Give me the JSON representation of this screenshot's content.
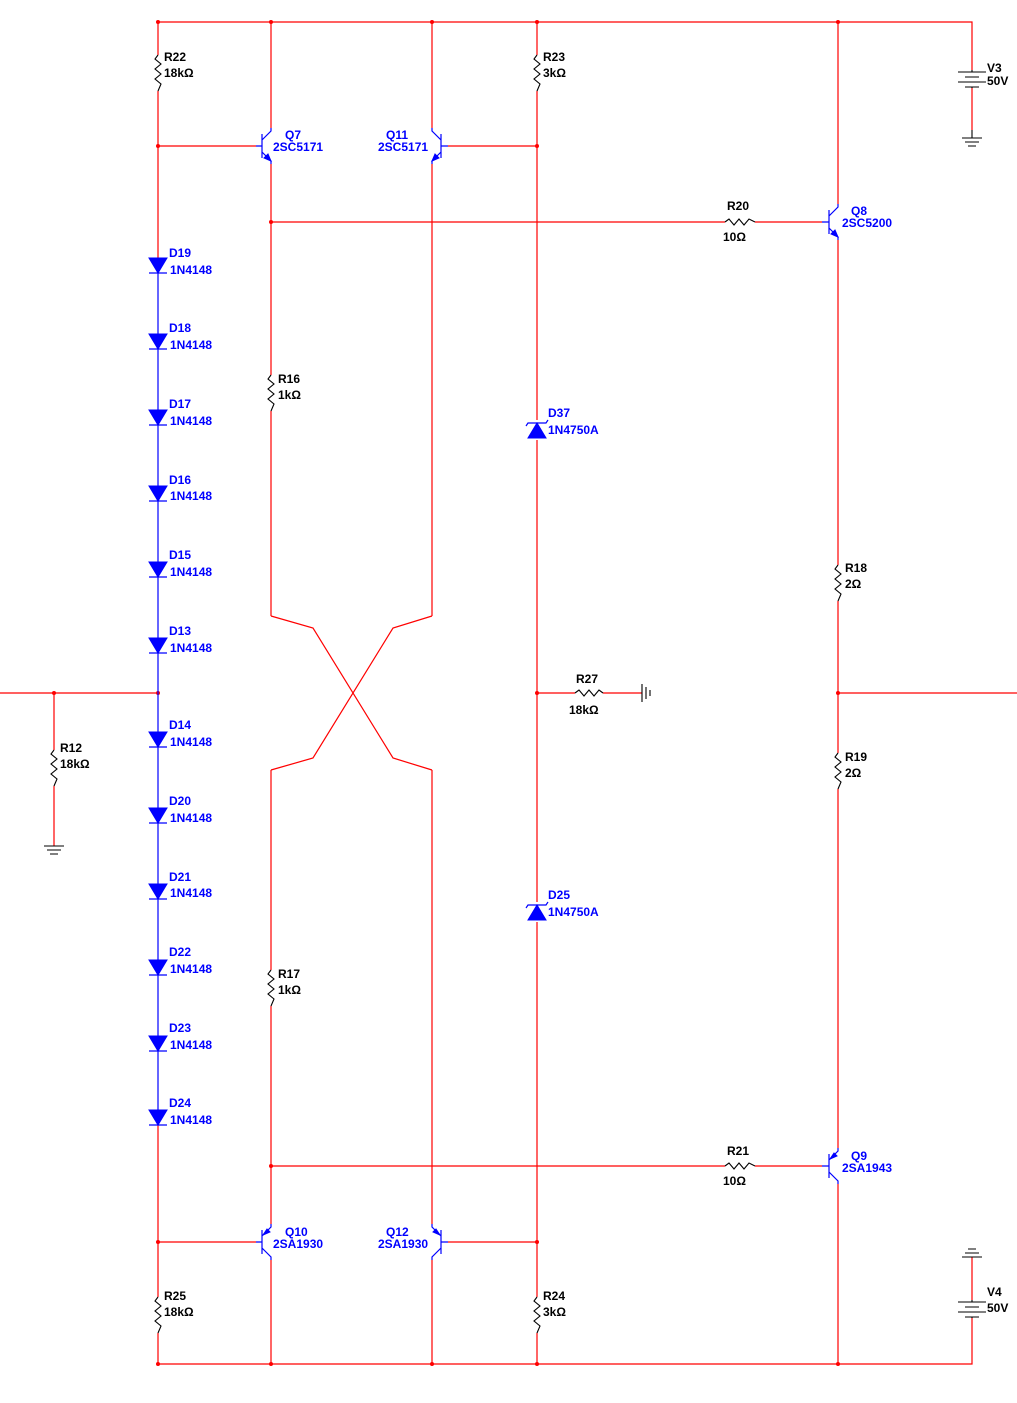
{
  "diagram": {
    "colors": {
      "wire": "#ff0000",
      "component": "#0000ff",
      "resistor": "#000000",
      "label_black": "#000000",
      "label_blue": "#0000ff"
    },
    "resistors": {
      "R22": {
        "ref": "R22",
        "value": "18kΩ"
      },
      "R23": {
        "ref": "R23",
        "value": "3kΩ"
      },
      "R20": {
        "ref": "R20",
        "value": "10Ω"
      },
      "R16": {
        "ref": "R16",
        "value": "1kΩ"
      },
      "R18": {
        "ref": "R18",
        "value": "2Ω"
      },
      "R27": {
        "ref": "R27",
        "value": "18kΩ"
      },
      "R12": {
        "ref": "R12",
        "value": "18kΩ"
      },
      "R19": {
        "ref": "R19",
        "value": "2Ω"
      },
      "R17": {
        "ref": "R17",
        "value": "1kΩ"
      },
      "R21": {
        "ref": "R21",
        "value": "10Ω"
      },
      "R25": {
        "ref": "R25",
        "value": "18kΩ"
      },
      "R24": {
        "ref": "R24",
        "value": "3kΩ"
      }
    },
    "sources": {
      "V3": {
        "ref": "V3",
        "value": "50V"
      },
      "V4": {
        "ref": "V4",
        "value": "50V"
      }
    },
    "transistors": {
      "Q7": {
        "ref": "Q7",
        "part": "2SC5171"
      },
      "Q11": {
        "ref": "Q11",
        "part": "2SC5171"
      },
      "Q8": {
        "ref": "Q8",
        "part": "2SC5200"
      },
      "Q10": {
        "ref": "Q10",
        "part": "2SA1930"
      },
      "Q12": {
        "ref": "Q12",
        "part": "2SA1930"
      },
      "Q9": {
        "ref": "Q9",
        "part": "2SA1943"
      }
    },
    "diodes": {
      "D19": {
        "ref": "D19",
        "part": "1N4148"
      },
      "D18": {
        "ref": "D18",
        "part": "1N4148"
      },
      "D17": {
        "ref": "D17",
        "part": "1N4148"
      },
      "D16": {
        "ref": "D16",
        "part": "1N4148"
      },
      "D15": {
        "ref": "D15",
        "part": "1N4148"
      },
      "D13": {
        "ref": "D13",
        "part": "1N4148"
      },
      "D14": {
        "ref": "D14",
        "part": "1N4148"
      },
      "D20": {
        "ref": "D20",
        "part": "1N4148"
      },
      "D21": {
        "ref": "D21",
        "part": "1N4148"
      },
      "D22": {
        "ref": "D22",
        "part": "1N4148"
      },
      "D23": {
        "ref": "D23",
        "part": "1N4148"
      },
      "D24": {
        "ref": "D24",
        "part": "1N4148"
      },
      "D37": {
        "ref": "D37",
        "part": "1N4750A"
      },
      "D25": {
        "ref": "D25",
        "part": "1N4750A"
      }
    }
  }
}
